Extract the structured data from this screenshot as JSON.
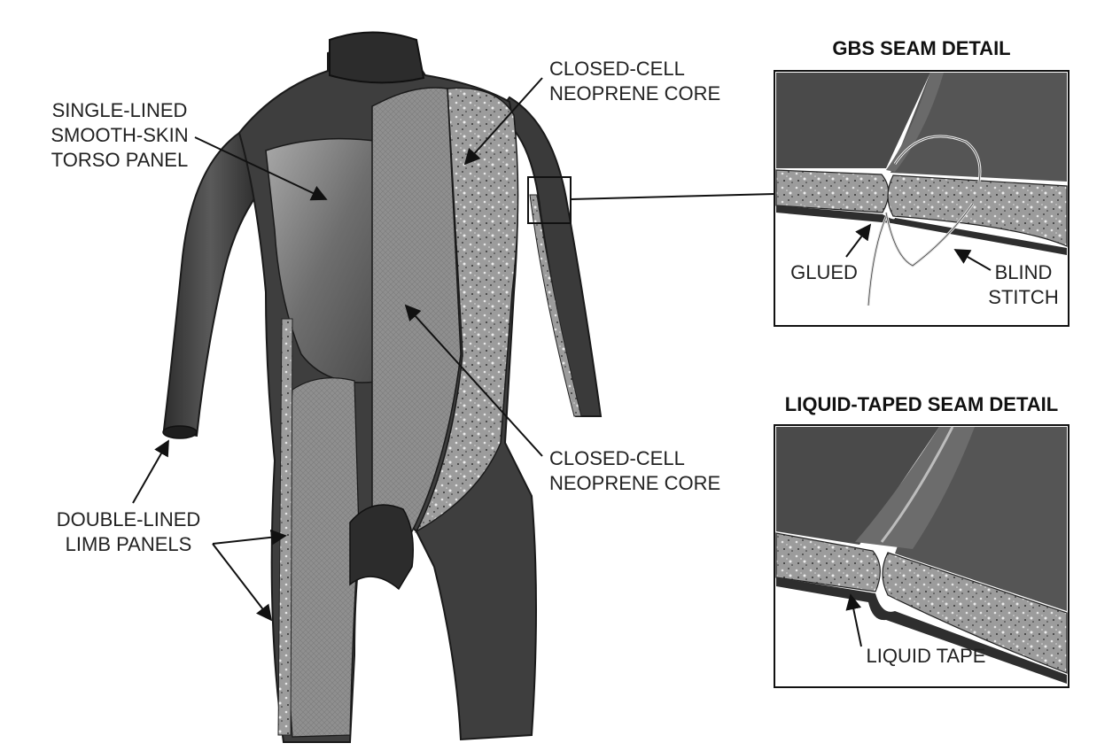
{
  "colors": {
    "neoprene_dark": "#3a3a3a",
    "neoprene_mid": "#555555",
    "smooth_skin": "#8a8a8a",
    "lining_mesh": "#8f8f8f",
    "foam_core": "#9c9c9c",
    "outline": "#1a1a1a",
    "background": "#ffffff"
  },
  "labels": {
    "torso_panel": [
      "SINGLE-LINED",
      "SMOOTH-SKIN",
      "TORSO PANEL"
    ],
    "core_top": [
      "CLOSED-CELL",
      "NEOPRENE CORE"
    ],
    "core_mid": [
      "CLOSED-CELL",
      "NEOPRENE CORE"
    ],
    "limb_panels": [
      "DOUBLE-LINED",
      "LIMB PANELS"
    ]
  },
  "gbs_detail": {
    "title": "GBS SEAM DETAIL",
    "glued": "GLUED",
    "blind_stitch": [
      "BLIND",
      "STITCH"
    ]
  },
  "tape_detail": {
    "title": "LIQUID-TAPED SEAM DETAIL",
    "liquid_tape": "LIQUID TAPE"
  }
}
